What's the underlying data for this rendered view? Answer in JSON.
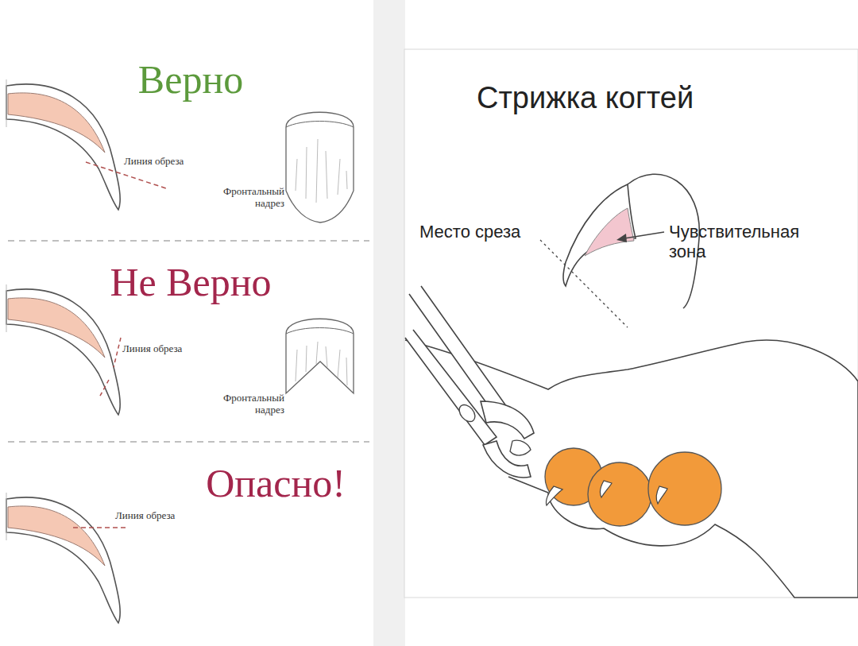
{
  "diagram": {
    "title": "Стрижка когтей",
    "labels": [
      "Верно",
      "Линия обреза",
      "Фронтальный надрез",
      "Не Верно",
      "Линия обреза",
      "Фронтальный надрез",
      "Опасно!",
      "Линия обреза",
      "Место среза",
      "Чувствительная зона"
    ]
  }
}
